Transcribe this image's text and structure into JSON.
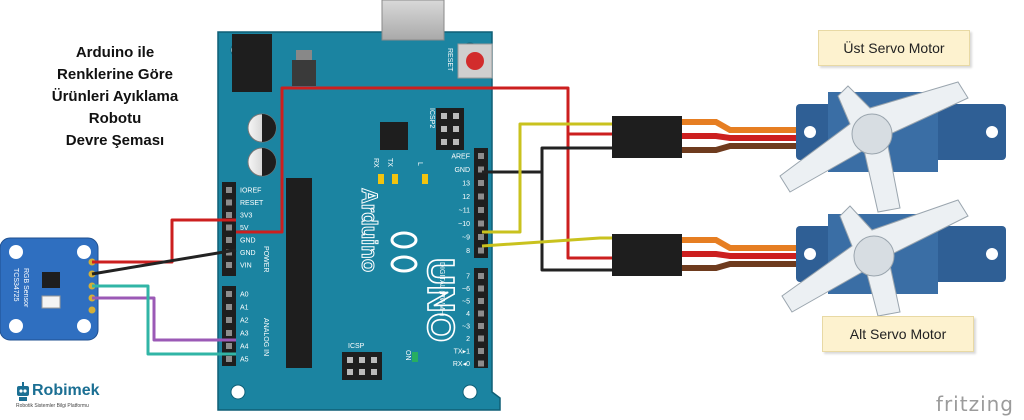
{
  "title": {
    "lines": [
      "Arduino ile",
      "Renklerine  Göre",
      "Ürünleri Ayıklama",
      "Robotu",
      "Devre Şeması"
    ]
  },
  "notes": {
    "top_servo": "Üst Servo Motor",
    "bottom_servo": "Alt Servo Motor"
  },
  "board": {
    "name": "UNO",
    "brand": "Arduino",
    "reset_label": "RESET",
    "icsp2_label": "ICSP2",
    "icsp_label": "ICSP",
    "led_rx": "RX",
    "led_tx": "TX",
    "led_l": "L",
    "on_label": "ON",
    "power_label": "POWER",
    "analog_label": "ANALOG IN",
    "digital_label": "DIGITAL (PWM~)",
    "power_pins": [
      "IOREF",
      "RESET",
      "3V3",
      "5V",
      "GND",
      "GND",
      "VIN"
    ],
    "analog_pins": [
      "A0",
      "A1",
      "A2",
      "A3",
      "A4",
      "A5"
    ],
    "digital_pins_top": [
      "AREF",
      "GND",
      "13",
      "12",
      "~11",
      "~10",
      "~9",
      "8"
    ],
    "digital_pins_bottom": [
      "7",
      "~6",
      "~5",
      "4",
      "~3",
      "2",
      "TX▸1",
      "RX◂0"
    ]
  },
  "sensor": {
    "chip": "TCS34725",
    "label": "RGB Sensor"
  },
  "logo": {
    "text": "Robimek",
    "tagline": "Robotik Sistemler Bilgi Platformu"
  },
  "watermark": "fritzing",
  "colors": {
    "board": "#1b84a1",
    "board_dark": "#146c86",
    "sensor": "#2f6fc0",
    "wire_red": "#cc1f1f",
    "wire_black": "#222222",
    "wire_yellow": "#c9c21e",
    "wire_purple": "#9b59b6",
    "wire_teal": "#31b5a6",
    "servo": "#2f5f95",
    "servo_orange": "#e67e22"
  }
}
